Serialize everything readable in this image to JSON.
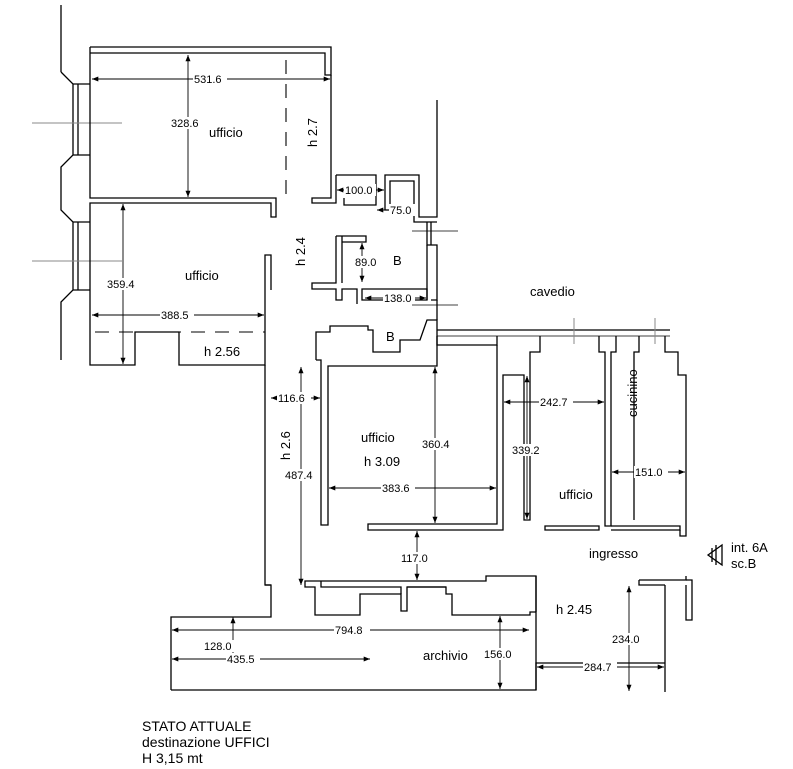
{
  "rooms": {
    "ufficio_top": "ufficio",
    "ufficio_left": "ufficio",
    "bagno_1": "B",
    "bagno_2": "B",
    "cavedio": "cavedio",
    "ufficio_center": "ufficio",
    "ufficio_right": "ufficio",
    "cucinino": "cucinino",
    "ingresso": "ingresso",
    "archivio": "archivio"
  },
  "heights": {
    "h_top": "h 2.7",
    "h_bagno": "h 2.4",
    "h_left": "h 2.56",
    "h_center": "h 3.09",
    "h_corridor": "h 2.6",
    "h_ingresso": "h 2.45"
  },
  "dimensions": {
    "d_531_6": "531.6",
    "d_328_6": "328.6",
    "d_100_0": "100.0",
    "d_75_0": "75.0",
    "d_89_0": "89.0",
    "d_138_0": "138.0",
    "d_359_4": "359.4",
    "d_388_5": "388.5",
    "d_116_6": "116.6",
    "d_487_4": "487.4",
    "d_360_4": "360.4",
    "d_383_6": "383.6",
    "d_242_7": "242.7",
    "d_339_2": "339.2",
    "d_151_0": "151.0",
    "d_117_0": "117.0",
    "d_794_8": "794.8",
    "d_128_0": "128.0",
    "d_435_5": "435.5",
    "d_156_0": "156.0",
    "d_234_0": "234.0",
    "d_284_7": "284.7"
  },
  "entrance": {
    "line1": "int. 6A",
    "line2": "sc.B"
  },
  "notes": {
    "line1": "STATO ATTUALE",
    "line2": "destinazione UFFICI",
    "line3": "H 3,15 mt"
  }
}
